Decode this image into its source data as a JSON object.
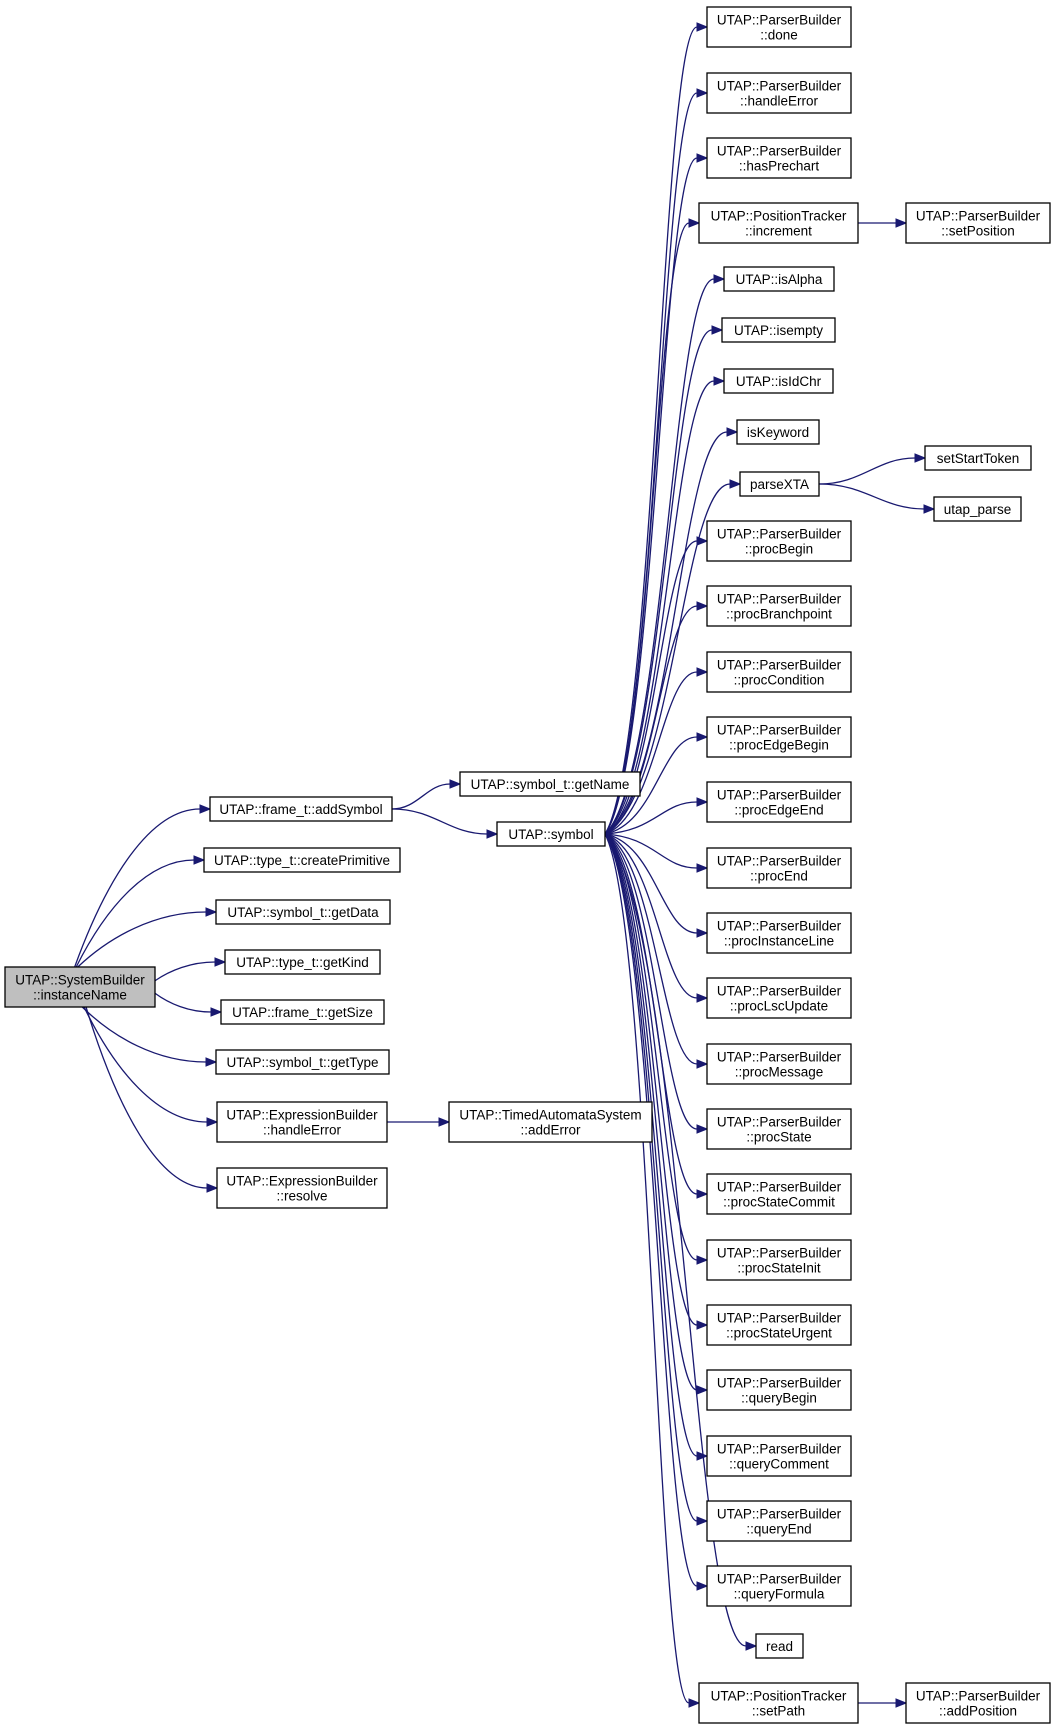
{
  "graph": {
    "edge_color": "#191970",
    "root_fill": "#bfbfbf",
    "nodes": [
      {
        "id": "instanceName",
        "lines": [
          "UTAP::SystemBuilder",
          "::instanceName"
        ],
        "root": true
      },
      {
        "id": "addSymbol",
        "lines": [
          "UTAP::frame_t::addSymbol"
        ]
      },
      {
        "id": "createPrimitive",
        "lines": [
          "UTAP::type_t::createPrimitive"
        ]
      },
      {
        "id": "getData",
        "lines": [
          "UTAP::symbol_t::getData"
        ]
      },
      {
        "id": "getKind",
        "lines": [
          "UTAP::type_t::getKind"
        ]
      },
      {
        "id": "getSize",
        "lines": [
          "UTAP::frame_t::getSize"
        ]
      },
      {
        "id": "getType",
        "lines": [
          "UTAP::symbol_t::getType"
        ]
      },
      {
        "id": "handleErrorEB",
        "lines": [
          "UTAP::ExpressionBuilder",
          "::handleError"
        ]
      },
      {
        "id": "resolve",
        "lines": [
          "UTAP::ExpressionBuilder",
          "::resolve"
        ]
      },
      {
        "id": "getName",
        "lines": [
          "UTAP::symbol_t::getName"
        ]
      },
      {
        "id": "symbol",
        "lines": [
          "UTAP::symbol"
        ]
      },
      {
        "id": "addError",
        "lines": [
          "UTAP::TimedAutomataSystem",
          "::addError"
        ]
      },
      {
        "id": "done",
        "lines": [
          "UTAP::ParserBuilder",
          "::done"
        ]
      },
      {
        "id": "handleErrorPB",
        "lines": [
          "UTAP::ParserBuilder",
          "::handleError"
        ]
      },
      {
        "id": "hasPrechart",
        "lines": [
          "UTAP::ParserBuilder",
          "::hasPrechart"
        ]
      },
      {
        "id": "increment",
        "lines": [
          "UTAP::PositionTracker",
          "::increment"
        ]
      },
      {
        "id": "isAlpha",
        "lines": [
          "UTAP::isAlpha"
        ]
      },
      {
        "id": "isempty",
        "lines": [
          "UTAP::isempty"
        ]
      },
      {
        "id": "isIdChr",
        "lines": [
          "UTAP::isIdChr"
        ]
      },
      {
        "id": "isKeyword",
        "lines": [
          "isKeyword"
        ]
      },
      {
        "id": "parseXTA",
        "lines": [
          "parseXTA"
        ]
      },
      {
        "id": "procBegin",
        "lines": [
          "UTAP::ParserBuilder",
          "::procBegin"
        ]
      },
      {
        "id": "procBranchpoint",
        "lines": [
          "UTAP::ParserBuilder",
          "::procBranchpoint"
        ]
      },
      {
        "id": "procCondition",
        "lines": [
          "UTAP::ParserBuilder",
          "::procCondition"
        ]
      },
      {
        "id": "procEdgeBegin",
        "lines": [
          "UTAP::ParserBuilder",
          "::procEdgeBegin"
        ]
      },
      {
        "id": "procEdgeEnd",
        "lines": [
          "UTAP::ParserBuilder",
          "::procEdgeEnd"
        ]
      },
      {
        "id": "procEnd",
        "lines": [
          "UTAP::ParserBuilder",
          "::procEnd"
        ]
      },
      {
        "id": "procInstanceLine",
        "lines": [
          "UTAP::ParserBuilder",
          "::procInstanceLine"
        ]
      },
      {
        "id": "procLscUpdate",
        "lines": [
          "UTAP::ParserBuilder",
          "::procLscUpdate"
        ]
      },
      {
        "id": "procMessage",
        "lines": [
          "UTAP::ParserBuilder",
          "::procMessage"
        ]
      },
      {
        "id": "procState",
        "lines": [
          "UTAP::ParserBuilder",
          "::procState"
        ]
      },
      {
        "id": "procStateCommit",
        "lines": [
          "UTAP::ParserBuilder",
          "::procStateCommit"
        ]
      },
      {
        "id": "procStateInit",
        "lines": [
          "UTAP::ParserBuilder",
          "::procStateInit"
        ]
      },
      {
        "id": "procStateUrgent",
        "lines": [
          "UTAP::ParserBuilder",
          "::procStateUrgent"
        ]
      },
      {
        "id": "queryBegin",
        "lines": [
          "UTAP::ParserBuilder",
          "::queryBegin"
        ]
      },
      {
        "id": "queryComment",
        "lines": [
          "UTAP::ParserBuilder",
          "::queryComment"
        ]
      },
      {
        "id": "queryEnd",
        "lines": [
          "UTAP::ParserBuilder",
          "::queryEnd"
        ]
      },
      {
        "id": "queryFormula",
        "lines": [
          "UTAP::ParserBuilder",
          "::queryFormula"
        ]
      },
      {
        "id": "read",
        "lines": [
          "read"
        ]
      },
      {
        "id": "setPath",
        "lines": [
          "UTAP::PositionTracker",
          "::setPath"
        ]
      },
      {
        "id": "setPosition",
        "lines": [
          "UTAP::ParserBuilder",
          "::setPosition"
        ]
      },
      {
        "id": "setStartToken",
        "lines": [
          "setStartToken"
        ]
      },
      {
        "id": "utap_parse",
        "lines": [
          "utap_parse"
        ]
      },
      {
        "id": "addPosition",
        "lines": [
          "UTAP::ParserBuilder",
          "::addPosition"
        ]
      }
    ],
    "edges": [
      [
        "instanceName",
        "addSymbol"
      ],
      [
        "instanceName",
        "createPrimitive"
      ],
      [
        "instanceName",
        "getData"
      ],
      [
        "instanceName",
        "getKind"
      ],
      [
        "instanceName",
        "getSize"
      ],
      [
        "instanceName",
        "getType"
      ],
      [
        "instanceName",
        "handleErrorEB"
      ],
      [
        "instanceName",
        "resolve"
      ],
      [
        "addSymbol",
        "getName"
      ],
      [
        "addSymbol",
        "symbol"
      ],
      [
        "handleErrorEB",
        "addError"
      ],
      [
        "symbol",
        "done"
      ],
      [
        "symbol",
        "handleErrorPB"
      ],
      [
        "symbol",
        "hasPrechart"
      ],
      [
        "symbol",
        "increment"
      ],
      [
        "symbol",
        "isAlpha"
      ],
      [
        "symbol",
        "isempty"
      ],
      [
        "symbol",
        "isIdChr"
      ],
      [
        "symbol",
        "isKeyword"
      ],
      [
        "symbol",
        "parseXTA"
      ],
      [
        "symbol",
        "procBegin"
      ],
      [
        "symbol",
        "procBranchpoint"
      ],
      [
        "symbol",
        "procCondition"
      ],
      [
        "symbol",
        "procEdgeBegin"
      ],
      [
        "symbol",
        "procEdgeEnd"
      ],
      [
        "symbol",
        "procEnd"
      ],
      [
        "symbol",
        "procInstanceLine"
      ],
      [
        "symbol",
        "procLscUpdate"
      ],
      [
        "symbol",
        "procMessage"
      ],
      [
        "symbol",
        "procState"
      ],
      [
        "symbol",
        "procStateCommit"
      ],
      [
        "symbol",
        "procStateInit"
      ],
      [
        "symbol",
        "procStateUrgent"
      ],
      [
        "symbol",
        "queryBegin"
      ],
      [
        "symbol",
        "queryComment"
      ],
      [
        "symbol",
        "queryEnd"
      ],
      [
        "symbol",
        "queryFormula"
      ],
      [
        "symbol",
        "read"
      ],
      [
        "symbol",
        "setPath"
      ],
      [
        "increment",
        "setPosition"
      ],
      [
        "parseXTA",
        "setStartToken"
      ],
      [
        "parseXTA",
        "utap_parse"
      ],
      [
        "setPath",
        "addPosition"
      ]
    ]
  }
}
